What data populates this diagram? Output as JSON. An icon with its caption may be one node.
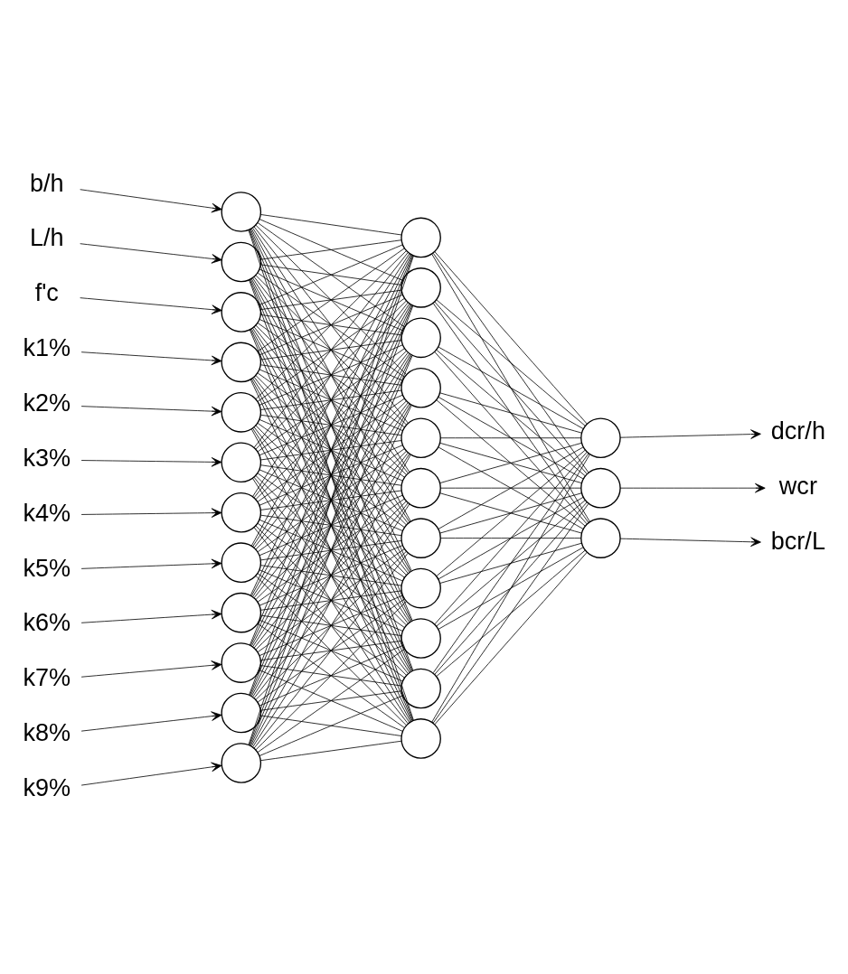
{
  "diagram": {
    "nodes": [
      {
        "text": [
          "b/h"
        ]
      },
      {
        "text": [
          "L/h"
        ]
      },
      {
        "text": [
          "f'c"
        ]
      },
      {
        "text": [
          "k1%"
        ]
      },
      {
        "text": [
          "k2%"
        ]
      },
      {
        "text": [
          "k3%"
        ]
      },
      {
        "text": [
          "k4%"
        ]
      },
      {
        "text": [
          "k5%"
        ]
      },
      {
        "text": [
          "k6%"
        ]
      },
      {
        "text": [
          "k7%"
        ]
      },
      {
        "text": [
          "k8%"
        ]
      },
      {
        "text": [
          "k9%"
        ]
      },
      {
        "text": [],
        "shape": "circle"
      },
      {
        "text": [],
        "shape": "circle"
      },
      {
        "text": [],
        "shape": "circle"
      },
      {
        "text": [],
        "shape": "circle"
      },
      {
        "text": [],
        "shape": "circle"
      },
      {
        "text": [],
        "shape": "circle"
      },
      {
        "text": [],
        "shape": "circle"
      },
      {
        "text": [],
        "shape": "circle"
      },
      {
        "text": [],
        "shape": "circle"
      },
      {
        "text": [],
        "shape": "circle"
      },
      {
        "text": [],
        "shape": "circle"
      },
      {
        "text": [],
        "shape": "circle"
      },
      {
        "text": [],
        "shape": "circle"
      },
      {
        "text": [],
        "shape": "circle"
      },
      {
        "text": [],
        "shape": "circle"
      },
      {
        "text": [],
        "shape": "circle"
      },
      {
        "text": [],
        "shape": "circle"
      },
      {
        "text": [],
        "shape": "circle"
      },
      {
        "text": [],
        "shape": "circle"
      },
      {
        "text": [],
        "shape": "circle"
      },
      {
        "text": [],
        "shape": "circle"
      },
      {
        "text": [],
        "shape": "circle"
      },
      {
        "text": [],
        "shape": "circle"
      },
      {
        "text": [],
        "shape": "circle"
      },
      {
        "text": [],
        "shape": "circle"
      },
      {
        "text": [],
        "shape": "circle"
      },
      {
        "text": [
          "dcr/h"
        ]
      },
      {
        "text": [
          "wcr"
        ]
      },
      {
        "text": [
          "bcr/L"
        ]
      }
    ],
    "edges": [
      {
        "from": 0,
        "to": 12,
        "arrow": "to"
      },
      {
        "from": 1,
        "to": 13,
        "arrow": "to"
      },
      {
        "from": 2,
        "to": 14,
        "arrow": "to"
      },
      {
        "from": 3,
        "to": 15,
        "arrow": "to"
      },
      {
        "from": 4,
        "to": 16,
        "arrow": "to"
      },
      {
        "from": 5,
        "to": 17,
        "arrow": "to"
      },
      {
        "from": 6,
        "to": 18,
        "arrow": "to"
      },
      {
        "from": 7,
        "to": 19,
        "arrow": "to"
      },
      {
        "from": 8,
        "to": 20,
        "arrow": "to"
      },
      {
        "from": 9,
        "to": 21,
        "arrow": "to"
      },
      {
        "from": 10,
        "to": 22,
        "arrow": "to"
      },
      {
        "from": 11,
        "to": 23,
        "arrow": "to"
      },
      {
        "from": 12,
        "to": 24,
        "arrow": "none"
      },
      {
        "from": 12,
        "to": 25,
        "arrow": "none"
      },
      {
        "from": 12,
        "to": 26,
        "arrow": "none"
      },
      {
        "from": 12,
        "to": 27,
        "arrow": "none"
      },
      {
        "from": 12,
        "to": 28,
        "arrow": "none"
      },
      {
        "from": 12,
        "to": 29,
        "arrow": "none"
      },
      {
        "from": 12,
        "to": 30,
        "arrow": "none"
      },
      {
        "from": 12,
        "to": 31,
        "arrow": "none"
      },
      {
        "from": 12,
        "to": 32,
        "arrow": "none"
      },
      {
        "from": 12,
        "to": 33,
        "arrow": "none"
      },
      {
        "from": 12,
        "to": 34,
        "arrow": "none"
      },
      {
        "from": 13,
        "to": 24,
        "arrow": "none"
      },
      {
        "from": 13,
        "to": 25,
        "arrow": "none"
      },
      {
        "from": 13,
        "to": 26,
        "arrow": "none"
      },
      {
        "from": 13,
        "to": 27,
        "arrow": "none"
      },
      {
        "from": 13,
        "to": 28,
        "arrow": "none"
      },
      {
        "from": 13,
        "to": 29,
        "arrow": "none"
      },
      {
        "from": 13,
        "to": 30,
        "arrow": "none"
      },
      {
        "from": 13,
        "to": 31,
        "arrow": "none"
      },
      {
        "from": 13,
        "to": 32,
        "arrow": "none"
      },
      {
        "from": 13,
        "to": 33,
        "arrow": "none"
      },
      {
        "from": 13,
        "to": 34,
        "arrow": "none"
      },
      {
        "from": 14,
        "to": 24,
        "arrow": "none"
      },
      {
        "from": 14,
        "to": 25,
        "arrow": "none"
      },
      {
        "from": 14,
        "to": 26,
        "arrow": "none"
      },
      {
        "from": 14,
        "to": 27,
        "arrow": "none"
      },
      {
        "from": 14,
        "to": 28,
        "arrow": "none"
      },
      {
        "from": 14,
        "to": 29,
        "arrow": "none"
      },
      {
        "from": 14,
        "to": 30,
        "arrow": "none"
      },
      {
        "from": 14,
        "to": 31,
        "arrow": "none"
      },
      {
        "from": 14,
        "to": 32,
        "arrow": "none"
      },
      {
        "from": 14,
        "to": 33,
        "arrow": "none"
      },
      {
        "from": 14,
        "to": 34,
        "arrow": "none"
      },
      {
        "from": 15,
        "to": 24,
        "arrow": "none"
      },
      {
        "from": 15,
        "to": 25,
        "arrow": "none"
      },
      {
        "from": 15,
        "to": 26,
        "arrow": "none"
      },
      {
        "from": 15,
        "to": 27,
        "arrow": "none"
      },
      {
        "from": 15,
        "to": 28,
        "arrow": "none"
      },
      {
        "from": 15,
        "to": 29,
        "arrow": "none"
      },
      {
        "from": 15,
        "to": 30,
        "arrow": "none"
      },
      {
        "from": 15,
        "to": 31,
        "arrow": "none"
      },
      {
        "from": 15,
        "to": 32,
        "arrow": "none"
      },
      {
        "from": 15,
        "to": 33,
        "arrow": "none"
      },
      {
        "from": 15,
        "to": 34,
        "arrow": "none"
      },
      {
        "from": 16,
        "to": 24,
        "arrow": "none"
      },
      {
        "from": 16,
        "to": 25,
        "arrow": "none"
      },
      {
        "from": 16,
        "to": 26,
        "arrow": "none"
      },
      {
        "from": 16,
        "to": 27,
        "arrow": "none"
      },
      {
        "from": 16,
        "to": 28,
        "arrow": "none"
      },
      {
        "from": 16,
        "to": 29,
        "arrow": "none"
      },
      {
        "from": 16,
        "to": 30,
        "arrow": "none"
      },
      {
        "from": 16,
        "to": 31,
        "arrow": "none"
      },
      {
        "from": 16,
        "to": 32,
        "arrow": "none"
      },
      {
        "from": 16,
        "to": 33,
        "arrow": "none"
      },
      {
        "from": 16,
        "to": 34,
        "arrow": "none"
      },
      {
        "from": 17,
        "to": 24,
        "arrow": "none"
      },
      {
        "from": 17,
        "to": 25,
        "arrow": "none"
      },
      {
        "from": 17,
        "to": 26,
        "arrow": "none"
      },
      {
        "from": 17,
        "to": 27,
        "arrow": "none"
      },
      {
        "from": 17,
        "to": 28,
        "arrow": "none"
      },
      {
        "from": 17,
        "to": 29,
        "arrow": "none"
      },
      {
        "from": 17,
        "to": 30,
        "arrow": "none"
      },
      {
        "from": 17,
        "to": 31,
        "arrow": "none"
      },
      {
        "from": 17,
        "to": 32,
        "arrow": "none"
      },
      {
        "from": 17,
        "to": 33,
        "arrow": "none"
      },
      {
        "from": 17,
        "to": 34,
        "arrow": "none"
      },
      {
        "from": 18,
        "to": 24,
        "arrow": "none"
      },
      {
        "from": 18,
        "to": 25,
        "arrow": "none"
      },
      {
        "from": 18,
        "to": 26,
        "arrow": "none"
      },
      {
        "from": 18,
        "to": 27,
        "arrow": "none"
      },
      {
        "from": 18,
        "to": 28,
        "arrow": "none"
      },
      {
        "from": 18,
        "to": 29,
        "arrow": "none"
      },
      {
        "from": 18,
        "to": 30,
        "arrow": "none"
      },
      {
        "from": 18,
        "to": 31,
        "arrow": "none"
      },
      {
        "from": 18,
        "to": 32,
        "arrow": "none"
      },
      {
        "from": 18,
        "to": 33,
        "arrow": "none"
      },
      {
        "from": 18,
        "to": 34,
        "arrow": "none"
      },
      {
        "from": 19,
        "to": 24,
        "arrow": "none"
      },
      {
        "from": 19,
        "to": 25,
        "arrow": "none"
      },
      {
        "from": 19,
        "to": 26,
        "arrow": "none"
      },
      {
        "from": 19,
        "to": 27,
        "arrow": "none"
      },
      {
        "from": 19,
        "to": 28,
        "arrow": "none"
      },
      {
        "from": 19,
        "to": 29,
        "arrow": "none"
      },
      {
        "from": 19,
        "to": 30,
        "arrow": "none"
      },
      {
        "from": 19,
        "to": 31,
        "arrow": "none"
      },
      {
        "from": 19,
        "to": 32,
        "arrow": "none"
      },
      {
        "from": 19,
        "to": 33,
        "arrow": "none"
      },
      {
        "from": 19,
        "to": 34,
        "arrow": "none"
      },
      {
        "from": 20,
        "to": 24,
        "arrow": "none"
      },
      {
        "from": 20,
        "to": 25,
        "arrow": "none"
      },
      {
        "from": 20,
        "to": 26,
        "arrow": "none"
      },
      {
        "from": 20,
        "to": 27,
        "arrow": "none"
      },
      {
        "from": 20,
        "to": 28,
        "arrow": "none"
      },
      {
        "from": 20,
        "to": 29,
        "arrow": "none"
      },
      {
        "from": 20,
        "to": 30,
        "arrow": "none"
      },
      {
        "from": 20,
        "to": 31,
        "arrow": "none"
      },
      {
        "from": 20,
        "to": 32,
        "arrow": "none"
      },
      {
        "from": 20,
        "to": 33,
        "arrow": "none"
      },
      {
        "from": 20,
        "to": 34,
        "arrow": "none"
      },
      {
        "from": 21,
        "to": 24,
        "arrow": "none"
      },
      {
        "from": 21,
        "to": 25,
        "arrow": "none"
      },
      {
        "from": 21,
        "to": 26,
        "arrow": "none"
      },
      {
        "from": 21,
        "to": 27,
        "arrow": "none"
      },
      {
        "from": 21,
        "to": 28,
        "arrow": "none"
      },
      {
        "from": 21,
        "to": 29,
        "arrow": "none"
      },
      {
        "from": 21,
        "to": 30,
        "arrow": "none"
      },
      {
        "from": 21,
        "to": 31,
        "arrow": "none"
      },
      {
        "from": 21,
        "to": 32,
        "arrow": "none"
      },
      {
        "from": 21,
        "to": 33,
        "arrow": "none"
      },
      {
        "from": 21,
        "to": 34,
        "arrow": "none"
      },
      {
        "from": 22,
        "to": 24,
        "arrow": "none"
      },
      {
        "from": 22,
        "to": 25,
        "arrow": "none"
      },
      {
        "from": 22,
        "to": 26,
        "arrow": "none"
      },
      {
        "from": 22,
        "to": 27,
        "arrow": "none"
      },
      {
        "from": 22,
        "to": 28,
        "arrow": "none"
      },
      {
        "from": 22,
        "to": 29,
        "arrow": "none"
      },
      {
        "from": 22,
        "to": 30,
        "arrow": "none"
      },
      {
        "from": 22,
        "to": 31,
        "arrow": "none"
      },
      {
        "from": 22,
        "to": 32,
        "arrow": "none"
      },
      {
        "from": 22,
        "to": 33,
        "arrow": "none"
      },
      {
        "from": 22,
        "to": 34,
        "arrow": "none"
      },
      {
        "from": 23,
        "to": 24,
        "arrow": "none"
      },
      {
        "from": 23,
        "to": 25,
        "arrow": "none"
      },
      {
        "from": 23,
        "to": 26,
        "arrow": "none"
      },
      {
        "from": 23,
        "to": 27,
        "arrow": "none"
      },
      {
        "from": 23,
        "to": 28,
        "arrow": "none"
      },
      {
        "from": 23,
        "to": 29,
        "arrow": "none"
      },
      {
        "from": 23,
        "to": 30,
        "arrow": "none"
      },
      {
        "from": 23,
        "to": 31,
        "arrow": "none"
      },
      {
        "from": 23,
        "to": 32,
        "arrow": "none"
      },
      {
        "from": 23,
        "to": 33,
        "arrow": "none"
      },
      {
        "from": 23,
        "to": 34,
        "arrow": "none"
      },
      {
        "from": 24,
        "to": 35,
        "arrow": "none"
      },
      {
        "from": 24,
        "to": 36,
        "arrow": "none"
      },
      {
        "from": 24,
        "to": 37,
        "arrow": "none"
      },
      {
        "from": 25,
        "to": 35,
        "arrow": "none"
      },
      {
        "from": 25,
        "to": 36,
        "arrow": "none"
      },
      {
        "from": 25,
        "to": 37,
        "arrow": "none"
      },
      {
        "from": 26,
        "to": 35,
        "arrow": "none"
      },
      {
        "from": 26,
        "to": 36,
        "arrow": "none"
      },
      {
        "from": 26,
        "to": 37,
        "arrow": "none"
      },
      {
        "from": 27,
        "to": 35,
        "arrow": "none"
      },
      {
        "from": 27,
        "to": 36,
        "arrow": "none"
      },
      {
        "from": 27,
        "to": 37,
        "arrow": "none"
      },
      {
        "from": 28,
        "to": 35,
        "arrow": "none"
      },
      {
        "from": 28,
        "to": 36,
        "arrow": "none"
      },
      {
        "from": 28,
        "to": 37,
        "arrow": "none"
      },
      {
        "from": 29,
        "to": 35,
        "arrow": "none"
      },
      {
        "from": 29,
        "to": 36,
        "arrow": "none"
      },
      {
        "from": 29,
        "to": 37,
        "arrow": "none"
      },
      {
        "from": 30,
        "to": 35,
        "arrow": "none"
      },
      {
        "from": 30,
        "to": 36,
        "arrow": "none"
      },
      {
        "from": 30,
        "to": 37,
        "arrow": "none"
      },
      {
        "from": 31,
        "to": 35,
        "arrow": "none"
      },
      {
        "from": 31,
        "to": 36,
        "arrow": "none"
      },
      {
        "from": 31,
        "to": 37,
        "arrow": "none"
      },
      {
        "from": 32,
        "to": 35,
        "arrow": "none"
      },
      {
        "from": 32,
        "to": 36,
        "arrow": "none"
      },
      {
        "from": 32,
        "to": 37,
        "arrow": "none"
      },
      {
        "from": 33,
        "to": 35,
        "arrow": "none"
      },
      {
        "from": 33,
        "to": 36,
        "arrow": "none"
      },
      {
        "from": 33,
        "to": 37,
        "arrow": "none"
      },
      {
        "from": 34,
        "to": 35,
        "arrow": "none"
      },
      {
        "from": 34,
        "to": 36,
        "arrow": "none"
      },
      {
        "from": 34,
        "to": 37,
        "arrow": "none"
      },
      {
        "from": 35,
        "to": 38,
        "arrow": "to"
      },
      {
        "from": 36,
        "to": 39,
        "arrow": "to"
      },
      {
        "from": 37,
        "to": 40,
        "arrow": "to"
      }
    ]
  }
}
